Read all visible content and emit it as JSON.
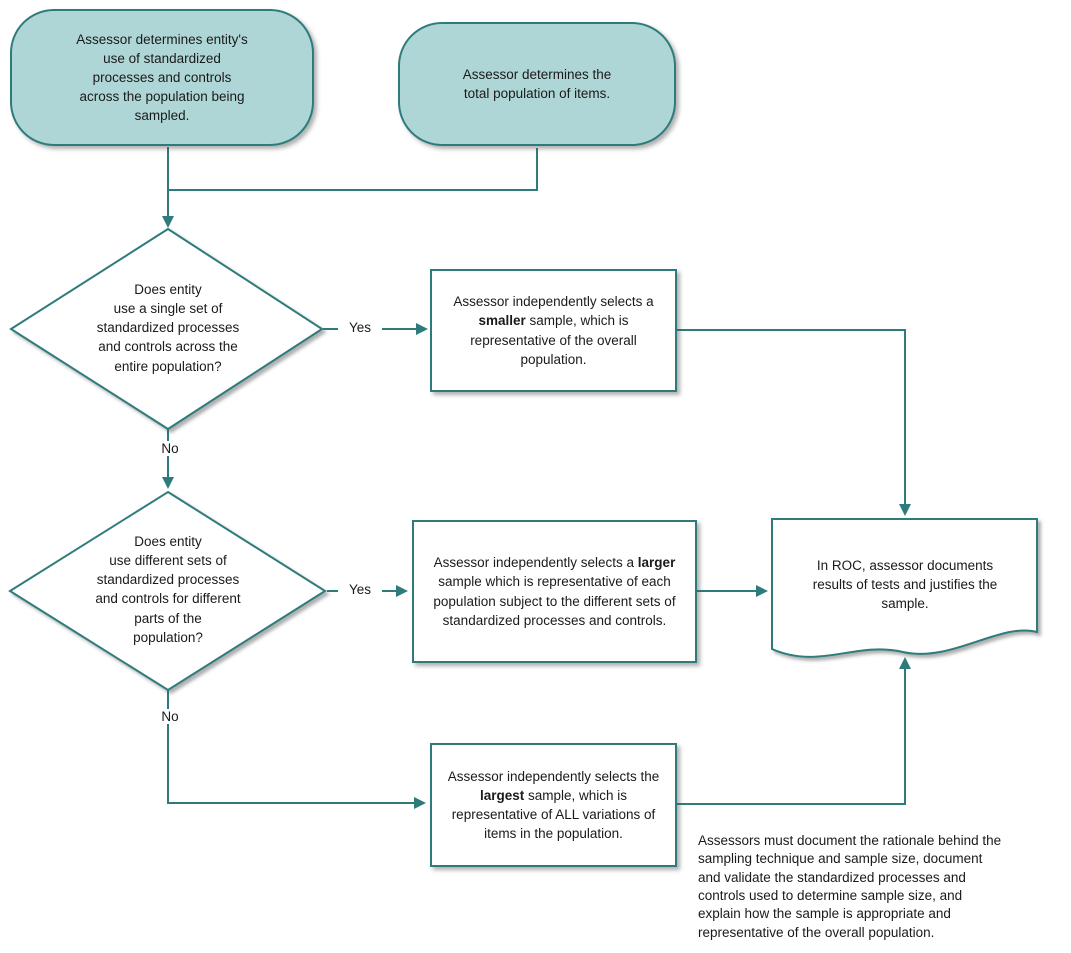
{
  "diagram": {
    "type": "flowchart",
    "colors": {
      "terminator_fill": "#afd6d6",
      "stroke_teal": "#2e7b7b",
      "process_fill": "#ffffff",
      "text": "#1a1a1a"
    },
    "nodes": {
      "start1": {
        "text": "Assessor determines entity's\nuse of standardized\nprocesses and controls\nacross the population being\nsampled."
      },
      "start2": {
        "text": "Assessor determines the\ntotal population of items."
      },
      "decision1": {
        "text": "Does entity\nuse a single set of\nstandardized processes\nand controls across the\nentire population?",
        "yes_label": "Yes",
        "no_label": "No"
      },
      "decision2": {
        "text": "Does entity\nuse different sets of\nstandardized processes\nand controls for different\nparts of the\npopulation?",
        "yes_label": "Yes",
        "no_label": "No"
      },
      "process_smaller": {
        "pre": "Assessor independently selects a ",
        "bold": "smaller",
        "post": " sample, which is representative of the overall population."
      },
      "process_larger": {
        "pre": "Assessor independently selects a ",
        "bold": "larger",
        "post": " sample which is representative of each population subject to the different sets of standardized processes and controls."
      },
      "process_largest": {
        "pre": "Assessor independently selects the ",
        "bold": "largest",
        "post": " sample, which is representative of ALL variations of items in the population."
      },
      "document": {
        "text": "In ROC, assessor documents\nresults of tests and justifies the\nsample."
      },
      "note": {
        "text": "Assessors must document the rationale behind the\nsampling technique and sample size, document\nand validate the standardized processes and\ncontrols used to determine sample size, and\nexplain how the sample is appropriate and\nrepresentative of the overall population."
      }
    }
  }
}
